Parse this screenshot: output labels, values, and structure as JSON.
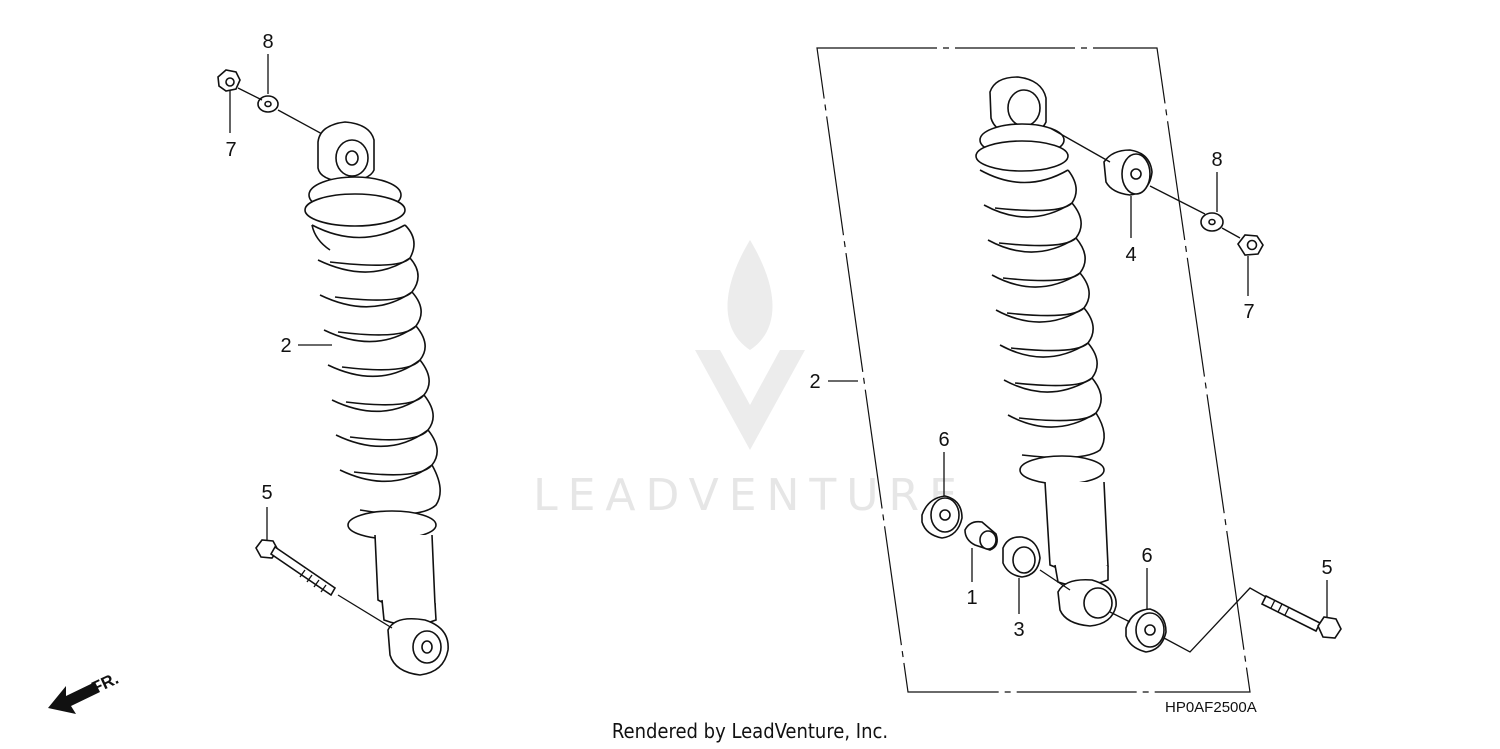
{
  "diagram": {
    "code": "HP0AF2500A",
    "footer": "Rendered by LeadVenture, Inc.",
    "watermark": "LEADVENTURE",
    "front_marker": "FR.",
    "left_assembly": {
      "callouts": {
        "c2": "2",
        "c5": "5",
        "c7": "7",
        "c8": "8"
      }
    },
    "right_assembly": {
      "callouts": {
        "c1": "1",
        "c2": "2",
        "c3": "3",
        "c4": "4",
        "c5": "5",
        "c6a": "6",
        "c6b": "6",
        "c7": "7",
        "c8": "8"
      }
    }
  }
}
